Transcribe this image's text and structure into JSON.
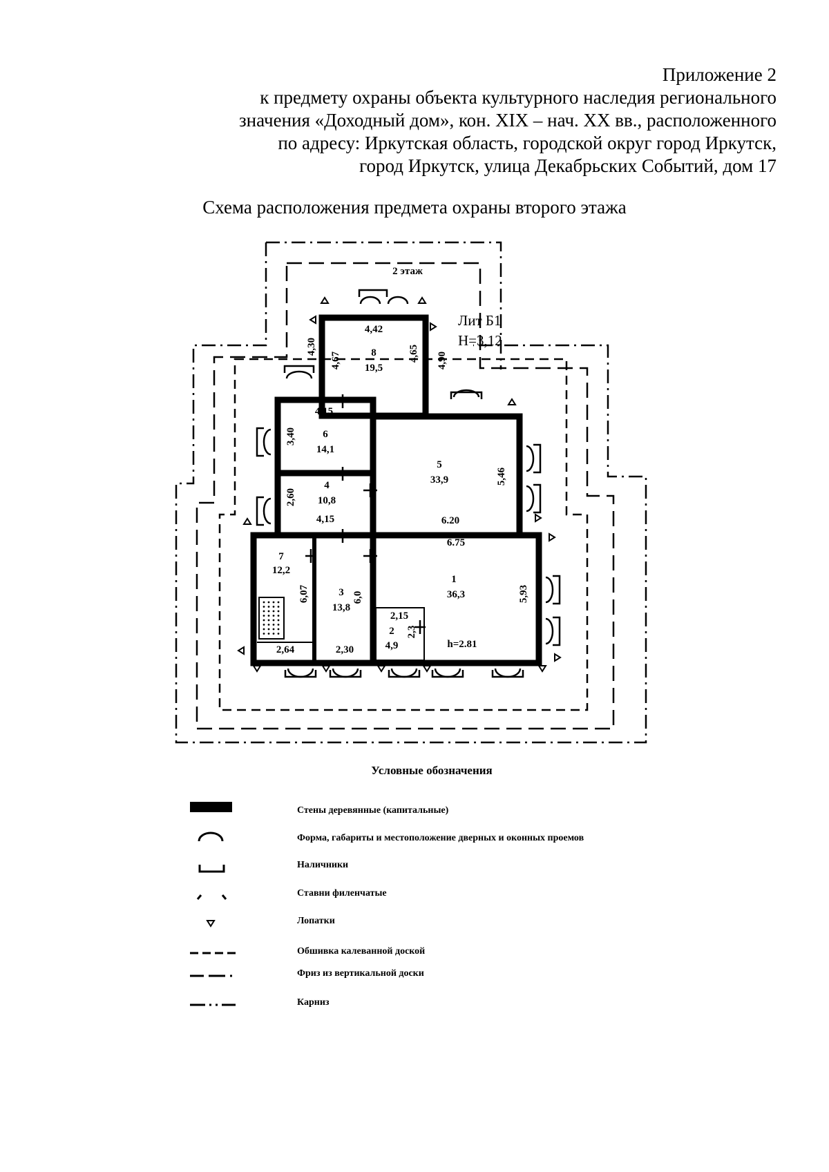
{
  "header": {
    "line1": "Приложение 2",
    "line2": "к предмету охраны объекта культурного наследия регионального",
    "line3": "значения «Доходный дом», кон. XIX – нач. XX вв., расположенного",
    "line4": "по адресу: Иркутская область, городской округ город Иркутск,",
    "line5": "город Иркутск, улица Декабрьских Событий, дом 17"
  },
  "scheme_title": "Схема расположения предмета охраны второго этажа",
  "plan": {
    "floor_label": "2 этаж",
    "lit_label": "Лит Б1",
    "height_label": "Н=3,12",
    "ceiling_height": "h=2.81",
    "rooms": [
      {
        "num": "8",
        "area": "19,5",
        "w_top": "4,42",
        "h_left": "4,67",
        "h_right": "4,65"
      },
      {
        "num": "6",
        "area": "14,1",
        "w_top": "4,15",
        "h_left": "3,40"
      },
      {
        "num": "5",
        "area": "33,9",
        "w_bottom": "6.20",
        "h_right": "5,46"
      },
      {
        "num": "4",
        "area": "10,8",
        "w_bottom": "4,15",
        "h_left": "2,60"
      },
      {
        "num": "7",
        "area": "12,2",
        "w_bottom": "2,64",
        "h_right": "6,07"
      },
      {
        "num": "3",
        "area": "13,8",
        "w_bottom": "2,30",
        "h_right": "6,0"
      },
      {
        "num": "2",
        "area": "4,9",
        "w_top": "2,15",
        "h_right": "2,3"
      },
      {
        "num": "1",
        "area": "36,3",
        "w_top": "6.75",
        "h_right": "5,93"
      }
    ],
    "outer_dims": {
      "top_left": "4,30",
      "top_right": "4,90"
    }
  },
  "legend": {
    "title": "Условные обозначения",
    "items": [
      {
        "label": "Стены деревянные (капитальные)",
        "icon": "thick-wall-line"
      },
      {
        "label": "Форма, габариты и местоположение дверных и оконных проемов",
        "icon": "arc-opening"
      },
      {
        "label": "Наличники",
        "icon": "bracket-casing"
      },
      {
        "label": "Ставни филенчатые",
        "icon": "shutter-ticks"
      },
      {
        "label": "Лопатки",
        "icon": "triangle-marker"
      },
      {
        "label": "Обшивка калеванной доской",
        "icon": "dashed-line"
      },
      {
        "label": "Фриз из вертикальной доски",
        "icon": "long-dash-dot-line"
      },
      {
        "label": "Карниз",
        "icon": "dash-dot-dot-line"
      }
    ]
  }
}
